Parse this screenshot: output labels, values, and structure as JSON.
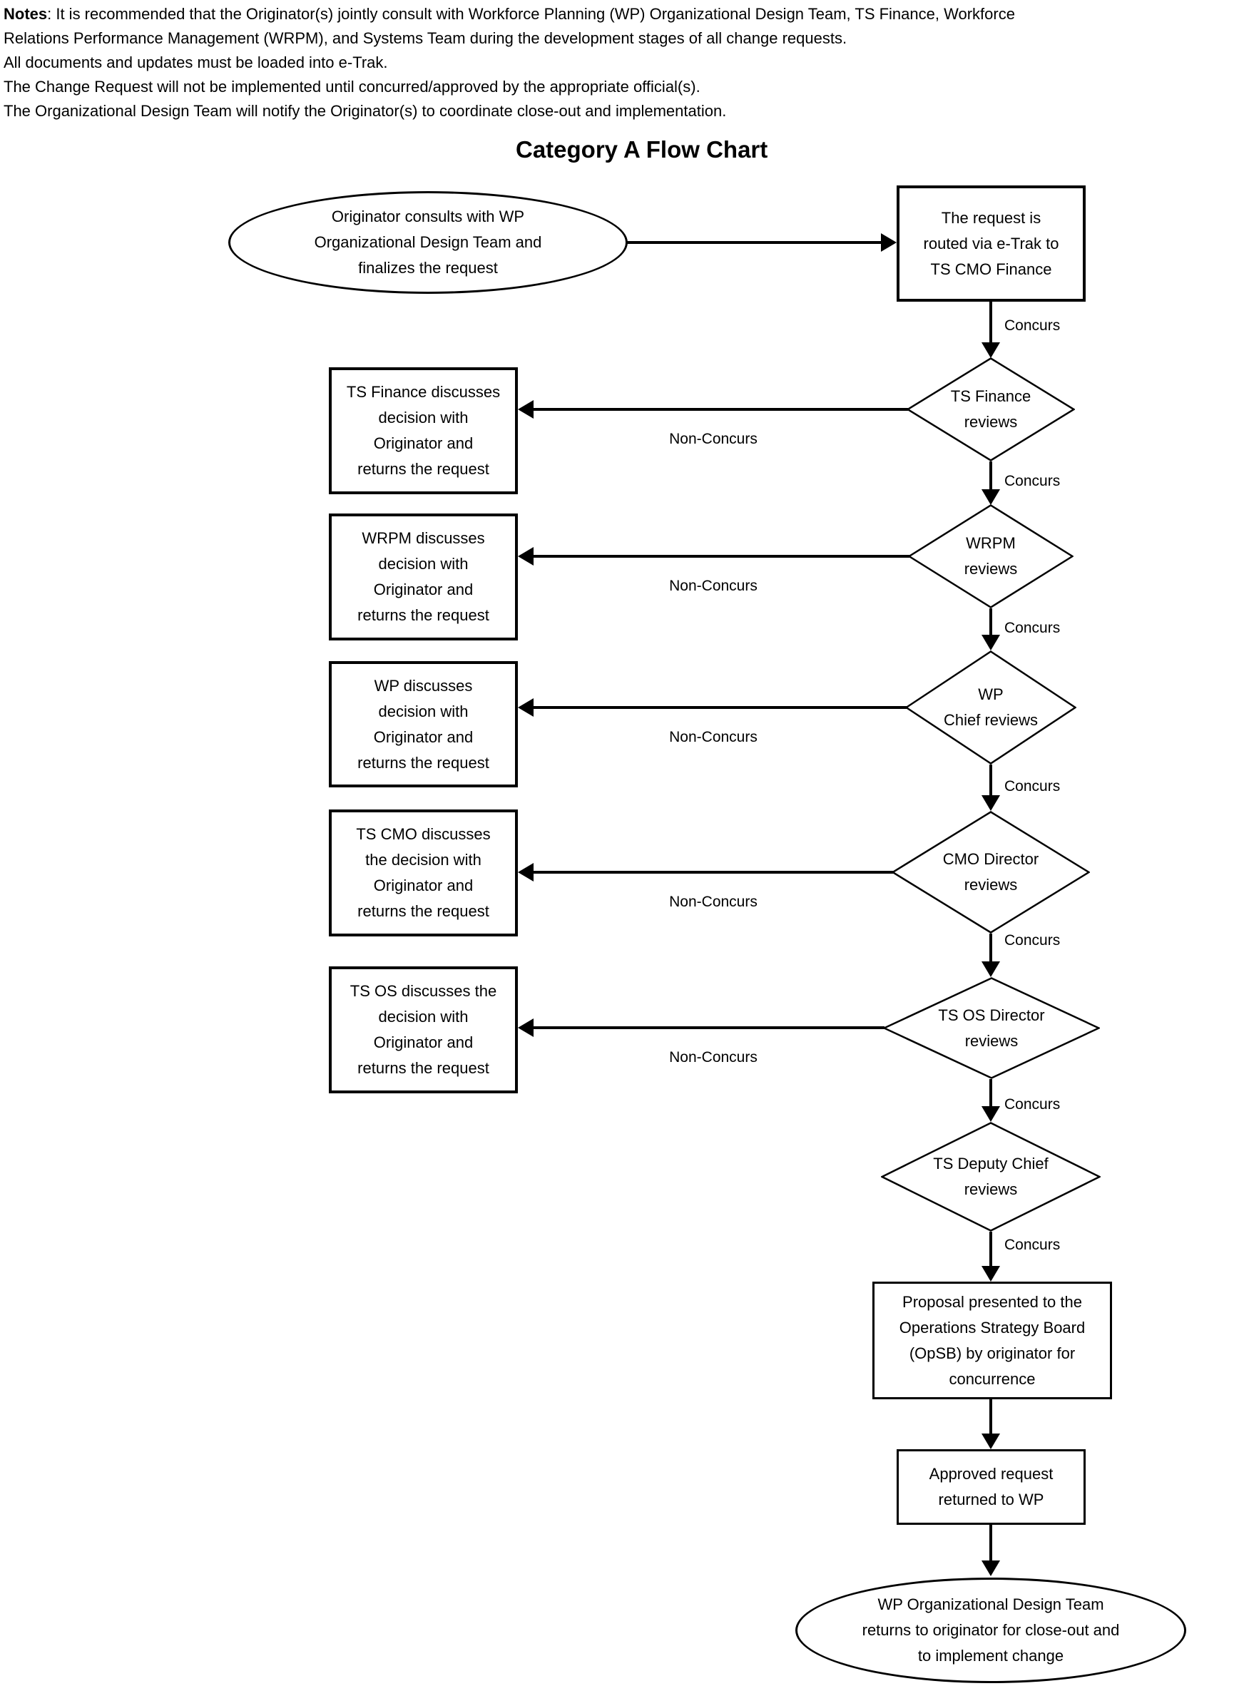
{
  "title": "Category A Flow Chart",
  "notes": {
    "label": "Notes",
    "line1_rest": ": It is recommended that the Originator(s) jointly consult with Workforce Planning (WP) Organizational Design Team,  TS Finance, Workforce",
    "lines": [
      "Relations Performance Management (WRPM), and Systems Team during the development stages of all change requests.",
      "All documents and updates must be loaded into e-Trak.",
      "The Change Request will not be implemented until concurred/approved by the appropriate official(s).",
      "The Organizational Design Team will notify the Originator(s) to coordinate close-out and implementation."
    ]
  },
  "flow": {
    "start_ellipse_lines": [
      "Originator consults with WP",
      "Organizational Design Team and",
      "finalizes the request"
    ],
    "request_box_lines": [
      "The request is",
      "routed via e-Trak to",
      "TS CMO Finance"
    ],
    "decisions": [
      {
        "id": "ts-finance",
        "diamond_lines": [
          "TS Finance",
          "reviews"
        ],
        "return_box_lines": [
          "TS Finance discusses",
          "decision with",
          "Originator and",
          "returns the request"
        ]
      },
      {
        "id": "wrpm",
        "diamond_lines": [
          "WRPM",
          "reviews"
        ],
        "return_box_lines": [
          "WRPM discusses",
          "decision with",
          "Originator and",
          "returns the request"
        ]
      },
      {
        "id": "wp-chief",
        "diamond_lines": [
          "WP",
          "Chief reviews"
        ],
        "return_box_lines": [
          "WP discusses",
          "decision with",
          "Originator and",
          "returns the request"
        ]
      },
      {
        "id": "cmo-director",
        "diamond_lines": [
          "CMO Director",
          "reviews"
        ],
        "return_box_lines": [
          "TS CMO discusses",
          "the decision with",
          "Originator and",
          "returns the request"
        ]
      },
      {
        "id": "ts-os-director",
        "diamond_lines": [
          "TS OS Director",
          "reviews"
        ],
        "return_box_lines": [
          "TS OS discusses the",
          "decision with",
          "Originator and",
          "returns the request"
        ]
      },
      {
        "id": "ts-deputy-chief",
        "diamond_lines": [
          "TS Deputy Chief",
          "reviews"
        ]
      }
    ],
    "proposal_box_lines": [
      "Proposal presented to the",
      "Operations Strategy Board",
      "(OpSB) by originator for",
      "concurrence"
    ],
    "approved_box_lines": [
      "Approved request",
      "returned to WP"
    ],
    "end_ellipse_lines": [
      "WP Organizational Design Team",
      "returns to originator for close-out and",
      "to  implement change"
    ],
    "labels": {
      "concurs": [
        "Concurs",
        "Concurs",
        "Concurs",
        "Concurs",
        "Concurs",
        "Concurs",
        "Concurs"
      ],
      "non_concurs": [
        "Non-Concurs",
        "Non-Concurs",
        "Non-Concurs",
        "Non-Concurs",
        "Non-Concurs"
      ]
    }
  },
  "colors": {
    "ink": "#000000",
    "background": "#ffffff"
  }
}
